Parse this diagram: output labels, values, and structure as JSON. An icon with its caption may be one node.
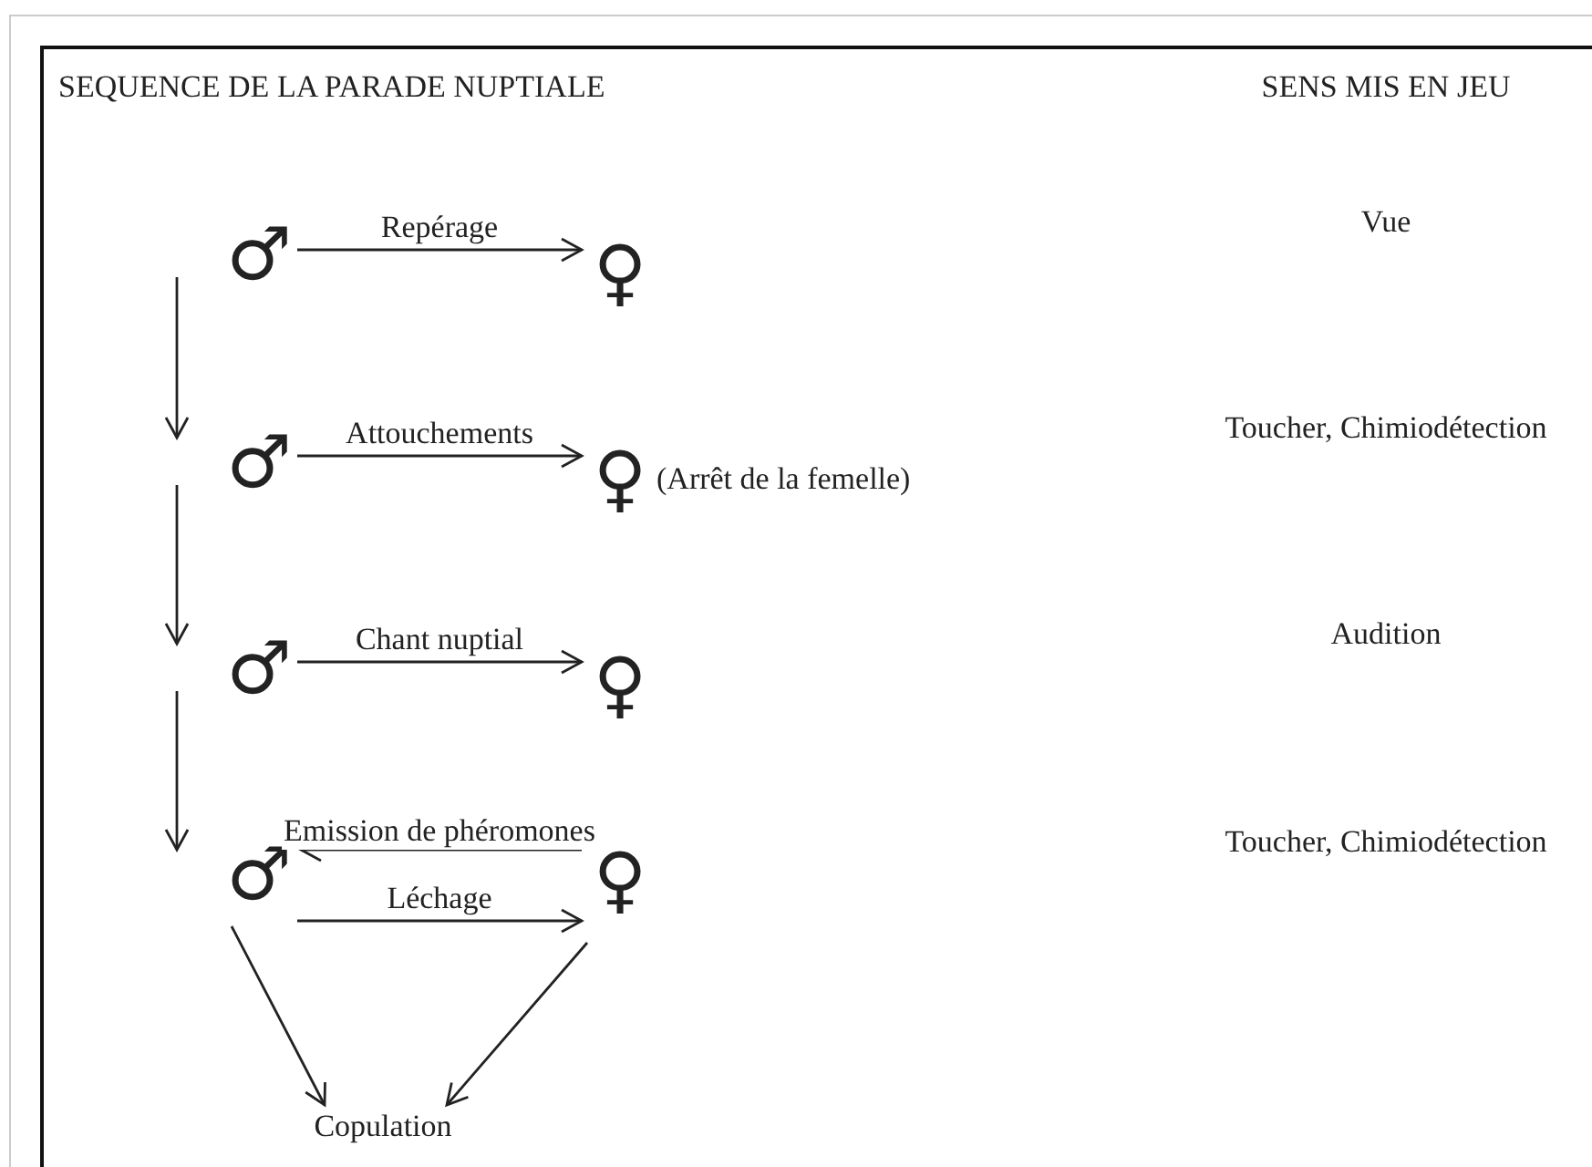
{
  "diagram": {
    "title": "SEQUENCE DE LA PARADE NUPTIALE",
    "nodes": [
      {
        "text": [
          "♂"
        ]
      },
      {
        "text": [
          "♀"
        ]
      },
      {
        "text": [
          "♂"
        ]
      },
      {
        "text": [
          "♀"
        ],
        "beside": [
          "(Arrêt de la femelle)"
        ]
      },
      {
        "text": [
          "♂"
        ]
      },
      {
        "text": [
          "♀"
        ]
      },
      {
        "text": [
          "♂"
        ]
      },
      {
        "text": [
          "♀"
        ]
      },
      {
        "text": [
          "Copulation"
        ]
      }
    ],
    "edges": [
      {
        "from": 0,
        "to": 1,
        "arrow": "to",
        "label": "Repérage"
      },
      {
        "from": 0,
        "to": 2,
        "arrow": "to"
      },
      {
        "from": 2,
        "to": 3,
        "arrow": "to",
        "label": "Attouchements"
      },
      {
        "from": 2,
        "to": 4,
        "arrow": "to"
      },
      {
        "from": 4,
        "to": 5,
        "arrow": "to",
        "label": "Chant nuptial"
      },
      {
        "from": 4,
        "to": 6,
        "arrow": "to"
      },
      {
        "from": 7,
        "to": 6,
        "arrow": "to",
        "label": "Emission de phéromones"
      },
      {
        "from": 6,
        "to": 7,
        "arrow": "to",
        "label": "Léchage"
      },
      {
        "from": 6,
        "to": 8,
        "arrow": "to"
      },
      {
        "from": 7,
        "to": 8,
        "arrow": "to"
      }
    ],
    "labels": [
      "SENS MIS EN JEU",
      "Vue",
      "Toucher, Chimiodétection",
      "Audition",
      "Toucher, Chimiodétection"
    ]
  }
}
